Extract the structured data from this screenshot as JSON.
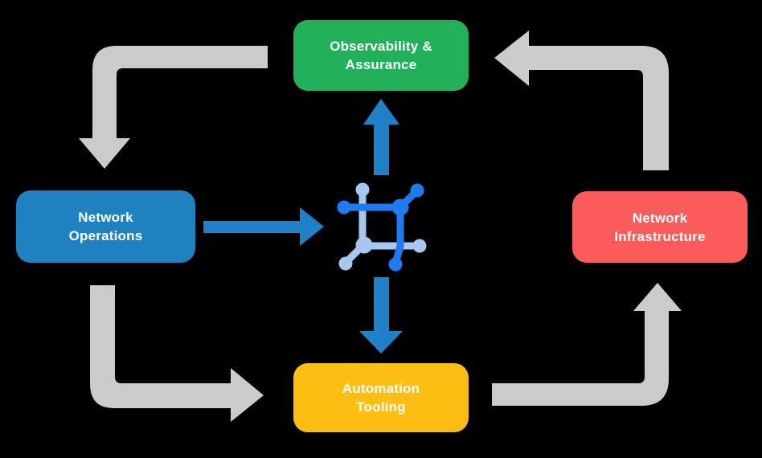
{
  "title": "Network automation feedback loop diagram",
  "colors": {
    "background": "#000000",
    "arrow_gray": "#CBCBCB",
    "arrow_blue": "#1F82C8",
    "icon_dark_blue": "#1E7BF2",
    "icon_light_blue": "#A6C8F0",
    "text": "#FFFFFF",
    "observability_green": "#22B05A",
    "operations_blue": "#2081C1",
    "infrastructure_red": "#FA5C5C",
    "automation_yellow": "#FCBE13"
  },
  "nodes": {
    "observability": {
      "line1": "Observability &",
      "line2": "Assurance",
      "color": "#22B05A"
    },
    "operations": {
      "line1": "Network",
      "line2": "Operations",
      "color": "#2081C1"
    },
    "infrastructure": {
      "line1": "Network",
      "line2": "Infrastructure",
      "color": "#FA5C5C"
    },
    "automation": {
      "line1": "Automation",
      "line2": "Tooling",
      "color": "#FCBE13"
    }
  },
  "center_icon": {
    "name": "network-nodes-icon"
  },
  "edges": [
    {
      "from": "Observability & Assurance",
      "to": "Network Operations",
      "style": "gray-cycle"
    },
    {
      "from": "Network Operations",
      "to": "Automation Tooling",
      "style": "gray-cycle"
    },
    {
      "from": "Automation Tooling",
      "to": "Network Infrastructure",
      "style": "gray-cycle"
    },
    {
      "from": "Network Infrastructure",
      "to": "Observability & Assurance",
      "style": "gray-cycle"
    },
    {
      "from": "Network Operations",
      "to": "center-icon",
      "style": "blue"
    },
    {
      "from": "center-icon",
      "to": "Observability & Assurance",
      "style": "blue"
    },
    {
      "from": "center-icon",
      "to": "Automation Tooling",
      "style": "blue"
    }
  ]
}
